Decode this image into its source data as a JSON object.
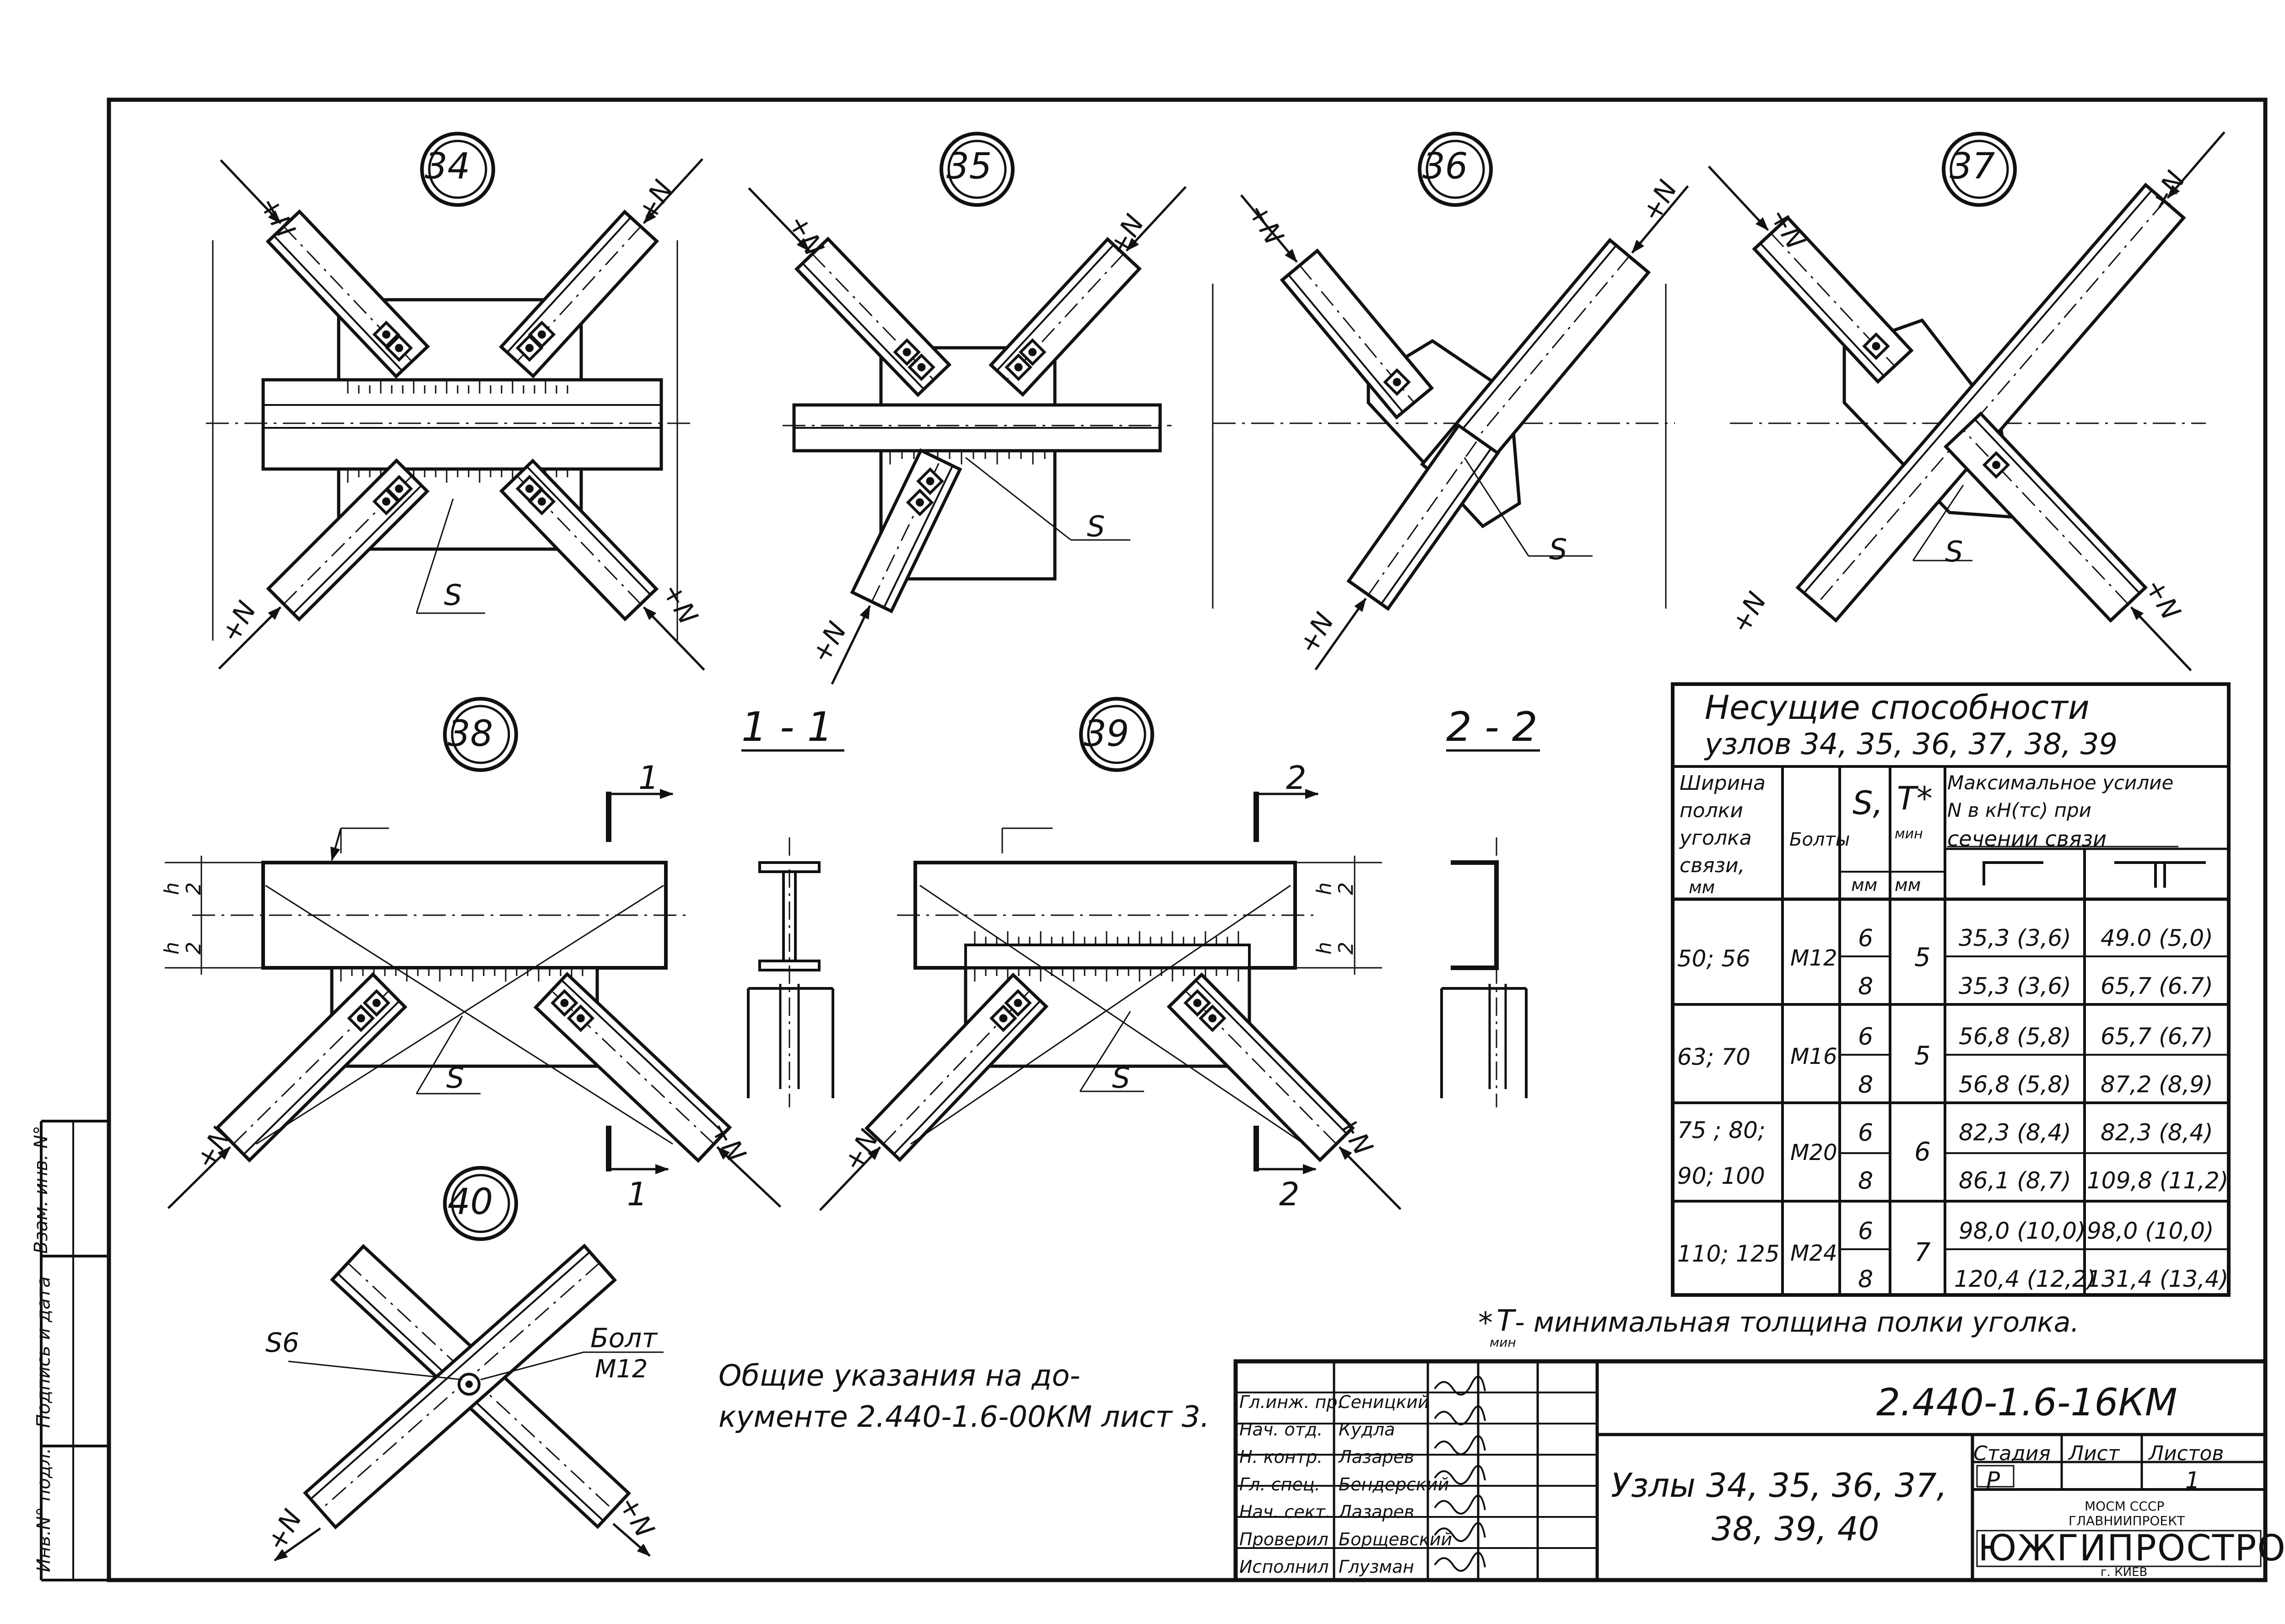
{
  "nodes": {
    "n34": "34",
    "n35": "35",
    "n36": "36",
    "n37": "37",
    "n38": "38",
    "n39": "39",
    "n40": "40"
  },
  "force_label": "+N",
  "plate_label": "S",
  "section_1_title": "1 - 1",
  "section_2_title": "2 - 2",
  "cut_1_number": "1",
  "cut_2_number": "2",
  "h_label": "h",
  "h_denominator": "2",
  "node40": {
    "s_label": "S6",
    "bolt_label": "Болт",
    "bolt_size": "M12"
  },
  "general_note": {
    "line1": "Общие указания на до-",
    "line2": "кументе 2.440-1.6-00КМ лист 3."
  },
  "capacity_table": {
    "title_line1": "Несущие способности",
    "title_line2": "узлов 34, 35, 36, 37, 38, 39",
    "headers": {
      "width": [
        "Ширина",
        "полки",
        "уголка",
        "связи,",
        "мм"
      ],
      "bolts": "Болты",
      "s": "S,",
      "s_unit": "мм",
      "t": "T*",
      "t_sub": "мин",
      "t_unit": "мм",
      "force": [
        "Максимальное усилие",
        "N в кН(тс) при",
        "сечении связи"
      ]
    },
    "groups": [
      {
        "width": [
          "50; 56"
        ],
        "bolt": "M12",
        "t": "5",
        "rows": [
          {
            "s": "6",
            "single": "35,3 (3,6)",
            "double": "49.0 (5,0)"
          },
          {
            "s": "8",
            "single": "35,3 (3,6)",
            "double": "65,7 (6.7)"
          }
        ]
      },
      {
        "width": [
          "63; 70"
        ],
        "bolt": "M16",
        "t": "5",
        "rows": [
          {
            "s": "6",
            "single": "56,8 (5,8)",
            "double": "65,7 (6,7)"
          },
          {
            "s": "8",
            "single": "56,8 (5,8)",
            "double": "87,2 (8,9)"
          }
        ]
      },
      {
        "width": [
          "75 ; 80;",
          "90; 100"
        ],
        "bolt": "M20",
        "t": "6",
        "rows": [
          {
            "s": "6",
            "single": "82,3 (8,4)",
            "double": "82,3 (8,4)"
          },
          {
            "s": "8",
            "single": "86,1 (8,7)",
            "double": "109,8 (11,2)"
          }
        ]
      },
      {
        "width": [
          "110; 125"
        ],
        "bolt": "M24",
        "t": "7",
        "rows": [
          {
            "s": "6",
            "single": "98,0 (10,0)",
            "double": "98,0 (10,0)"
          },
          {
            "s": "8",
            "single": "120,4 (12,2)",
            "double": "131,4 (13,4)"
          }
        ]
      }
    ]
  },
  "footnote": {
    "star": "*",
    "t": "T",
    "sub": "мин",
    "text": "- минимальная толщина полки уголка."
  },
  "title_block": {
    "code": "2.440-1.6-16КМ",
    "title_line1": "Узлы 34, 35, 36, 37,",
    "title_line2": "38, 39, 40",
    "stage_label": "Стадия",
    "sheet_label": "Лист",
    "sheets_label": "Листов",
    "stage": "Р",
    "sheets": "1",
    "org_line1": "МОСМ СССР",
    "org_line2": "ГЛАВНИИПРОЕКТ",
    "org_name": "ЮЖГИПРОСТРОМ",
    "org_city": "г. КИЕВ",
    "staff": [
      {
        "role": "Гл.инж. пр.",
        "name": "Сеницкий"
      },
      {
        "role": "Нач. отд.",
        "name": "Кудла"
      },
      {
        "role": "Н. контр.",
        "name": "Лазарев"
      },
      {
        "role": "Гл. спец.",
        "name": "Бендерский"
      },
      {
        "role": "Нач. сект.",
        "name": "Лазарев"
      },
      {
        "role": "Проверил",
        "name": "Борщевский"
      },
      {
        "role": "Исполнил",
        "name": "Глузман"
      }
    ]
  },
  "side_stamp": [
    "Инв.N° подл.",
    "Подпись и дата",
    "Взам. инв. N°"
  ]
}
